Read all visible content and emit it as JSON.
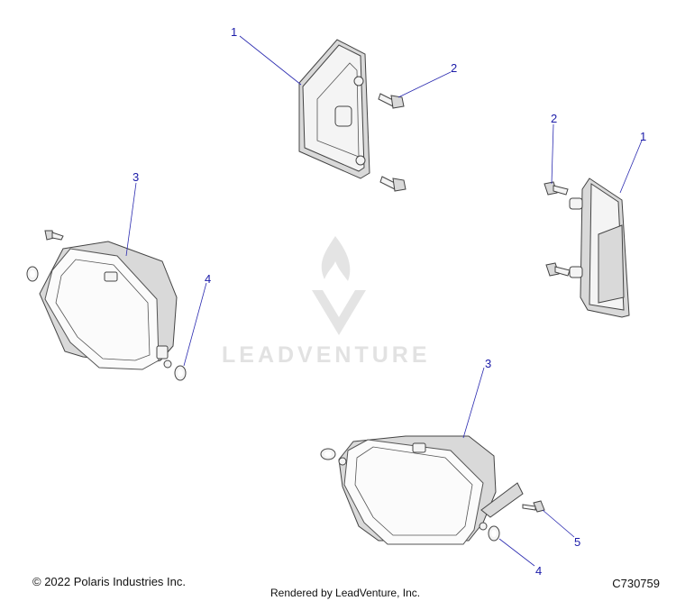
{
  "callouts": {
    "c1_top": "1",
    "c2_top": "2",
    "c2_right": "2",
    "c1_right": "1",
    "c3_left": "3",
    "c4_left": "4",
    "c3_bottom": "3",
    "c5_bottom": "5",
    "c4_bottom": "4"
  },
  "watermark": {
    "text": "LEADVENTURE"
  },
  "footer": {
    "copyright": "© 2022 Polaris Industries Inc.",
    "rendered_by": "Rendered by LeadVenture, Inc.",
    "figure_id": "C730759"
  }
}
